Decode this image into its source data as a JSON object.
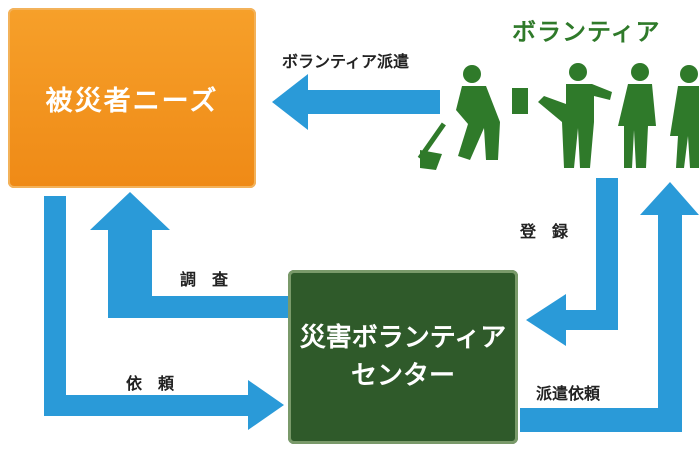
{
  "needs": {
    "label": "被災者ニーズ"
  },
  "center": {
    "line1": "災害ボランティア",
    "line2": "センター"
  },
  "volunteers": {
    "title": "ボランティア"
  },
  "arrows": {
    "dispatch": "ボランティア派遣",
    "survey": "調　査",
    "request": "依　頼",
    "register": "登　録",
    "dispatch_request": "派遣依頼"
  },
  "colors": {
    "arrow": "#2a9ad8",
    "needs": "#f08c18",
    "center": "#2f5a2a",
    "volunteer": "#2f7a2a"
  }
}
